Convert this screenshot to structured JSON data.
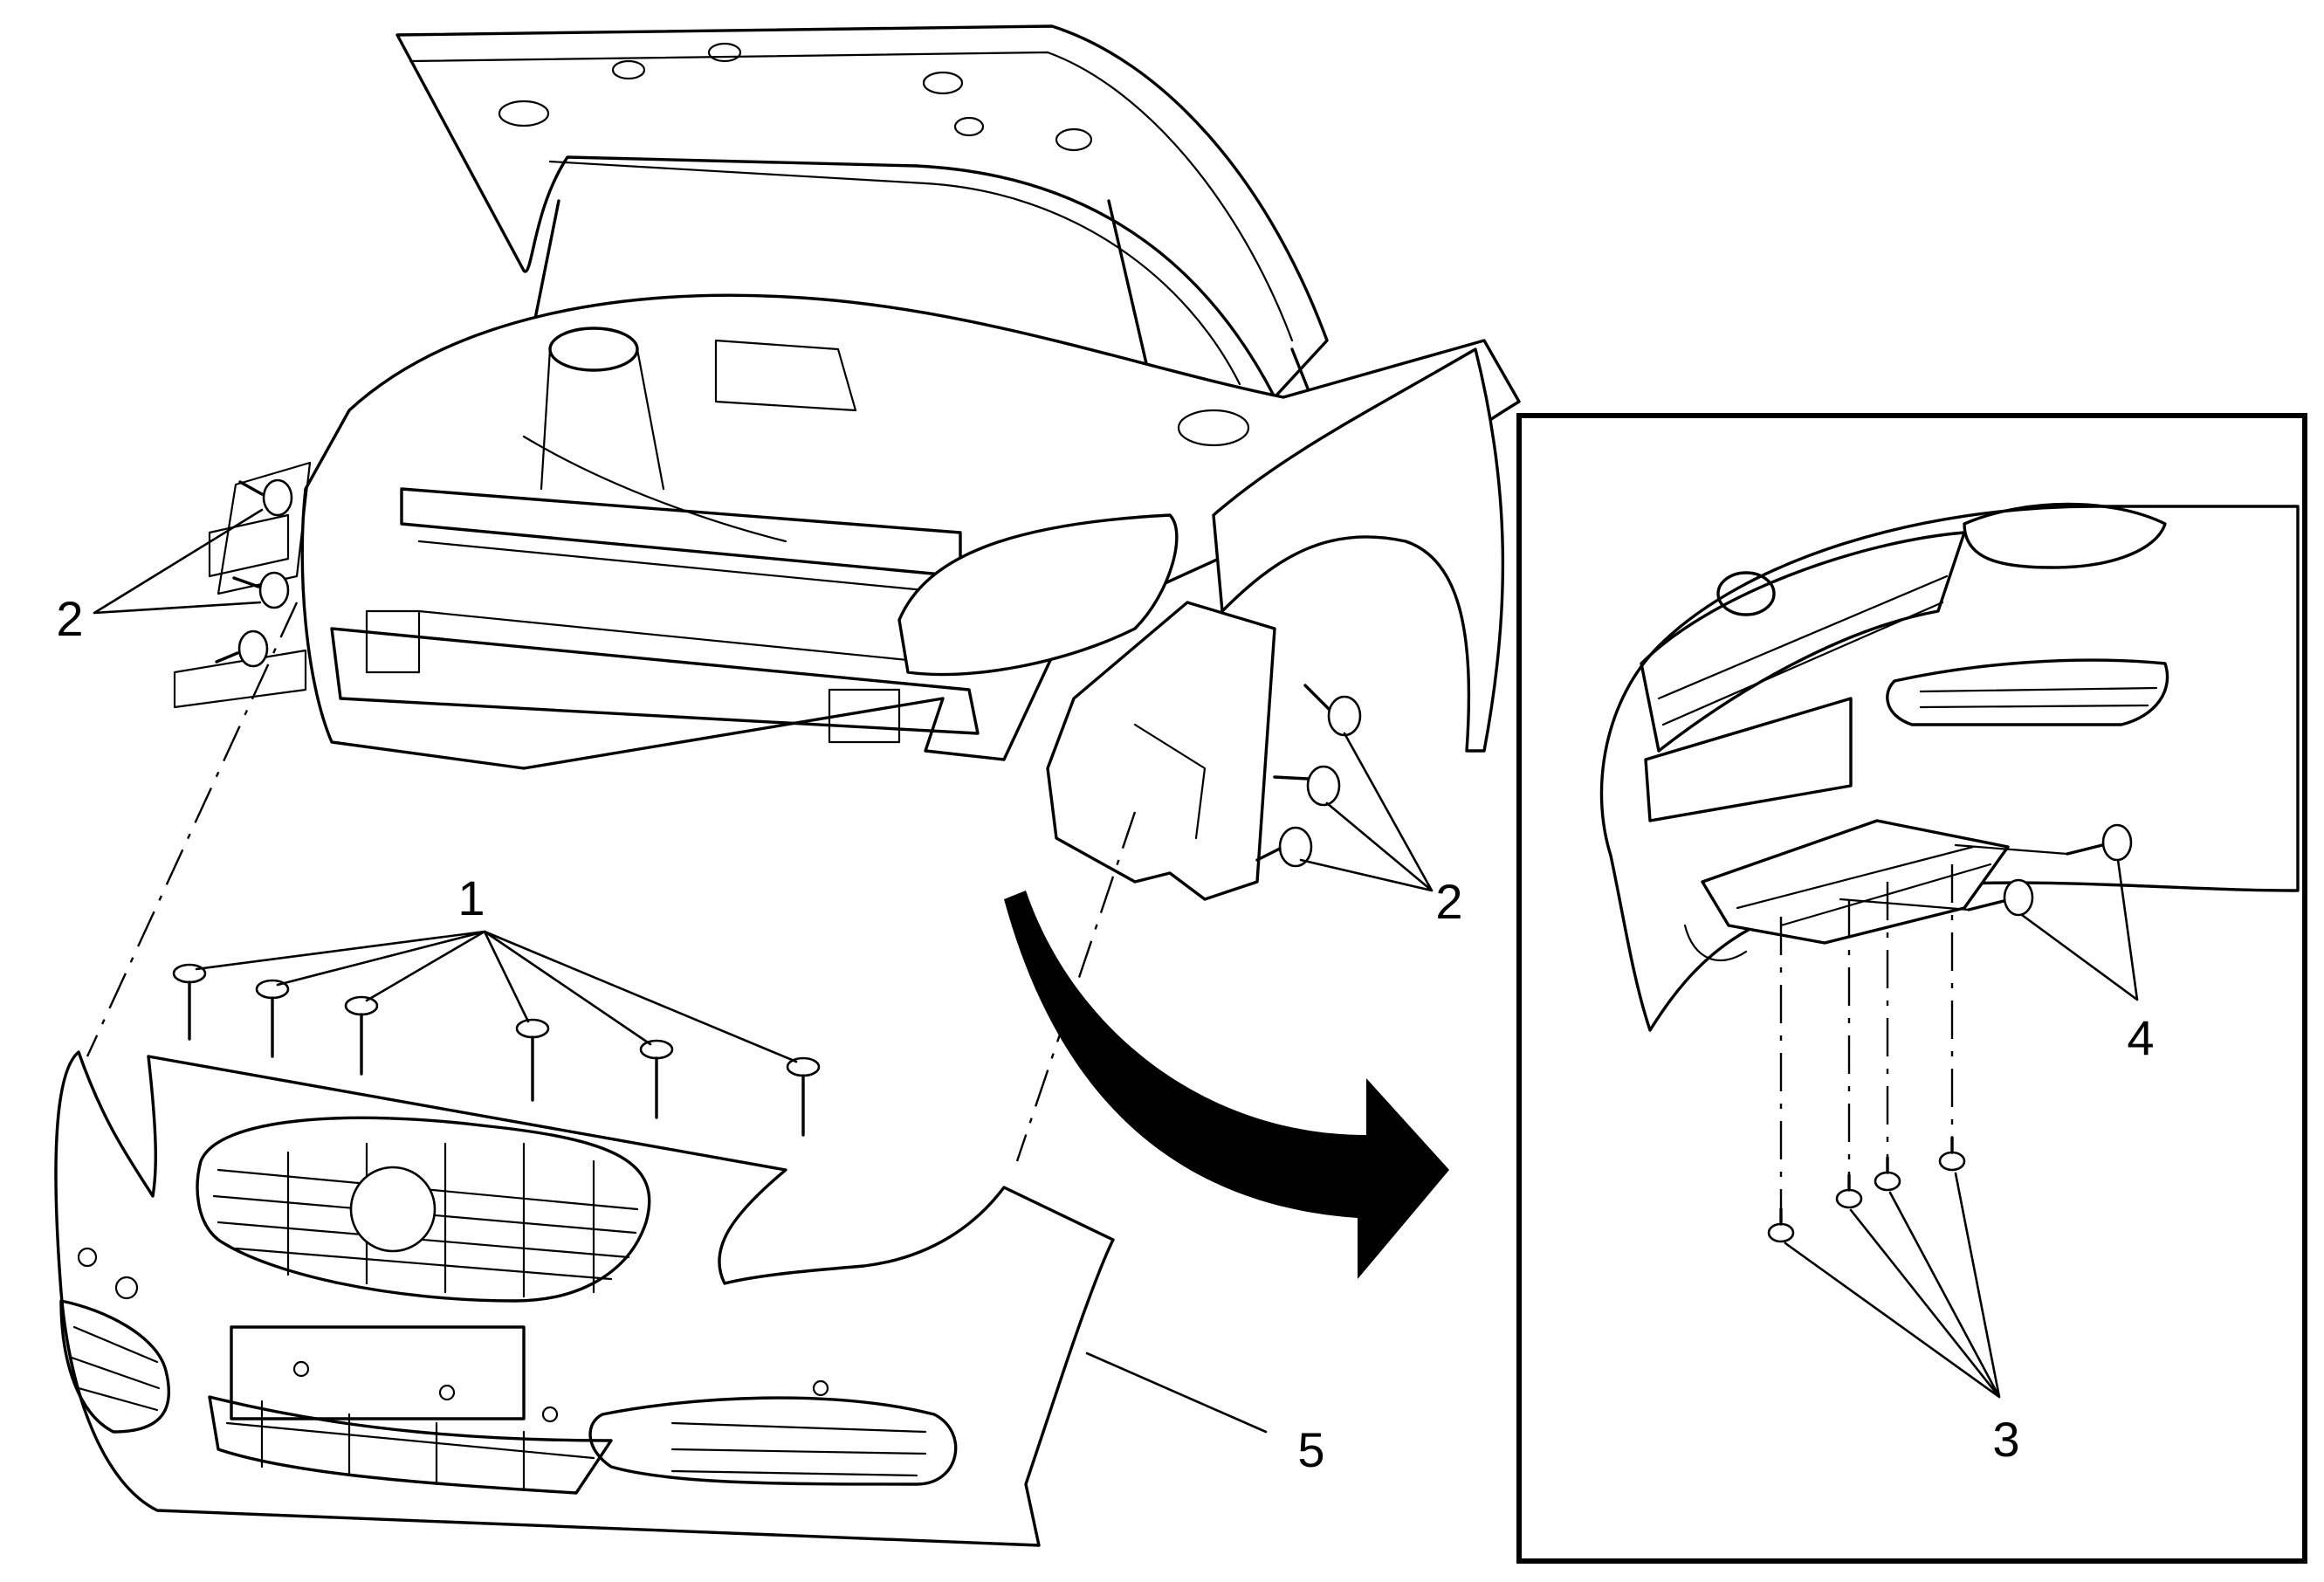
{
  "labels": {
    "clips_top": "1",
    "bolts_left": "2",
    "bolts_right": "2",
    "clips_under": "3",
    "bolts_under": "4",
    "bumper_fascia": "5"
  }
}
